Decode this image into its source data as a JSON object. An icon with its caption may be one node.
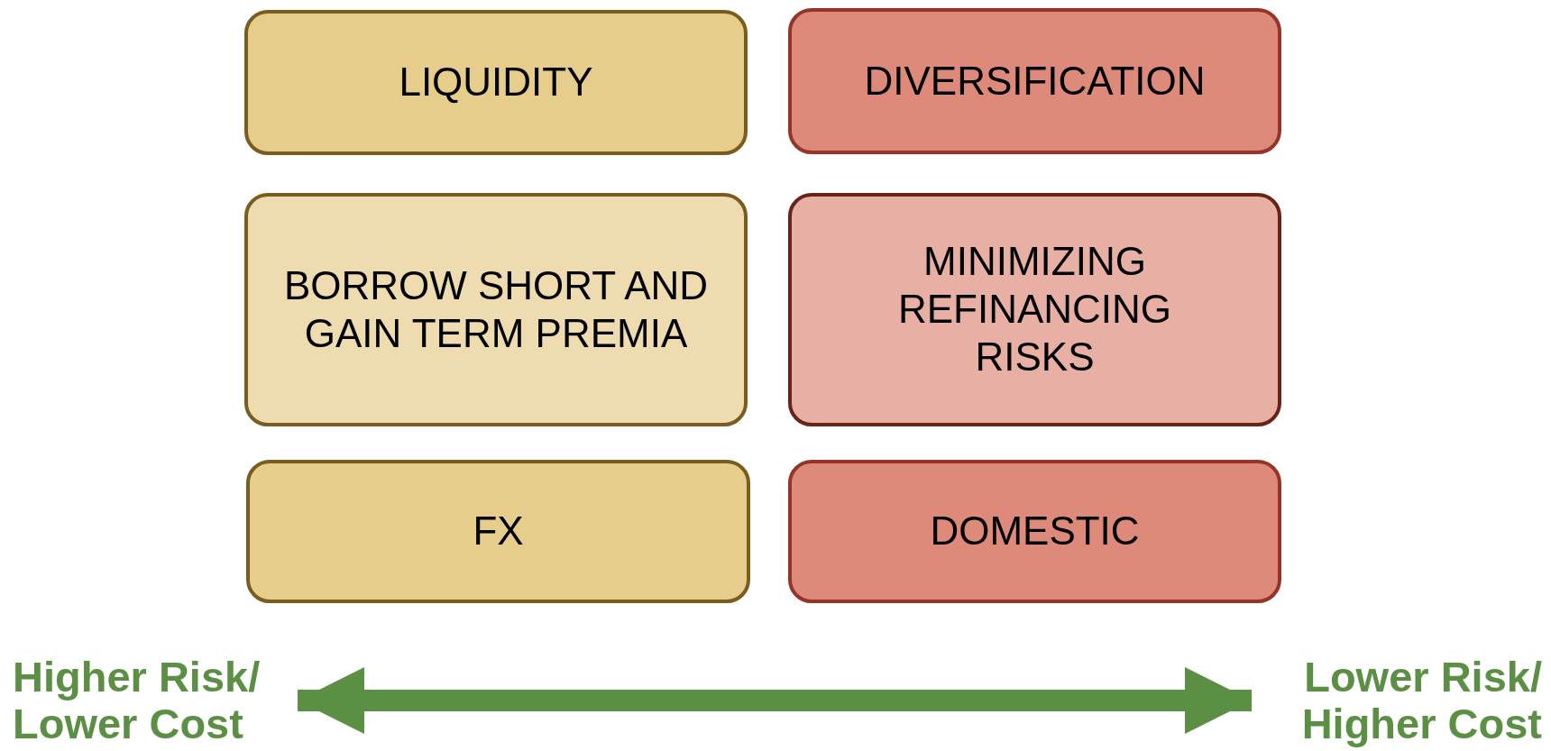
{
  "diagram": {
    "nodes": [
      {
        "text": [
          "LIQUIDITY"
        ]
      },
      {
        "text": [
          "DIVERSIFICATION"
        ]
      },
      {
        "text": [
          "BORROW SHORT AND GAIN TERM PREMIA"
        ]
      },
      {
        "text": [
          "MINIMIZING REFINANCING RISKS"
        ]
      },
      {
        "text": [
          "FX"
        ]
      },
      {
        "text": [
          "DOMESTIC"
        ]
      },
      {
        "text": [
          "Higher Risk/ Lower Cost"
        ]
      },
      {
        "text": [
          "Lower Risk/ Higher Cost"
        ]
      }
    ],
    "edges": [
      {
        "from": 6,
        "to": 7,
        "arrow": "both"
      }
    ]
  }
}
